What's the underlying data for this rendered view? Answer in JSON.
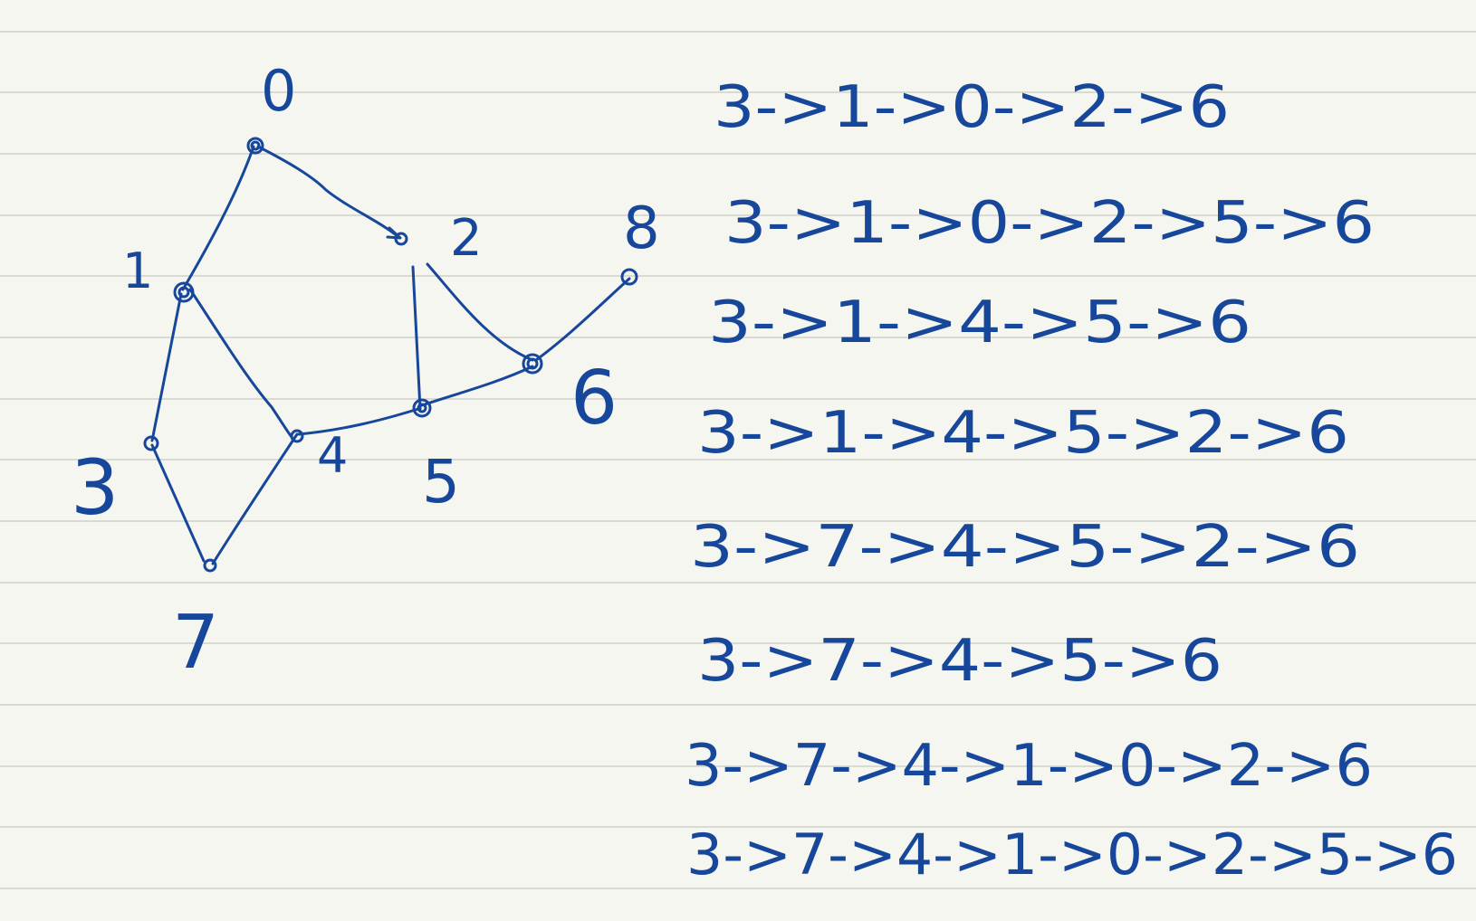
{
  "colors": {
    "ink": "#17479b",
    "paper": "#f6f6f1",
    "rule": "#cfd0cb"
  },
  "graph": {
    "nodes": [
      {
        "id": "n0",
        "label": "0"
      },
      {
        "id": "n1",
        "label": "1"
      },
      {
        "id": "n2",
        "label": "2"
      },
      {
        "id": "n3",
        "label": "3"
      },
      {
        "id": "n4",
        "label": "4"
      },
      {
        "id": "n5",
        "label": "5"
      },
      {
        "id": "n6",
        "label": "6"
      },
      {
        "id": "n7",
        "label": "7"
      },
      {
        "id": "n8",
        "label": "8"
      }
    ],
    "edges": [
      {
        "from": "0",
        "to": "1"
      },
      {
        "from": "0",
        "to": "2"
      },
      {
        "from": "1",
        "to": "3"
      },
      {
        "from": "1",
        "to": "4"
      },
      {
        "from": "3",
        "to": "7"
      },
      {
        "from": "7",
        "to": "4"
      },
      {
        "from": "4",
        "to": "5"
      },
      {
        "from": "5",
        "to": "2"
      },
      {
        "from": "5",
        "to": "6"
      },
      {
        "from": "2",
        "to": "6"
      },
      {
        "from": "6",
        "to": "8"
      }
    ]
  },
  "paths": [
    "3->1->0->2->6",
    "3->1->0->2->5->6",
    "3->1->4->5->6",
    "3->1->4->5->2->6",
    "3->7->4->5->2->6",
    "3->7->4->5->6",
    "3->7->4->1->0->2->6",
    "3->7->4->1->0->2->5->6"
  ]
}
